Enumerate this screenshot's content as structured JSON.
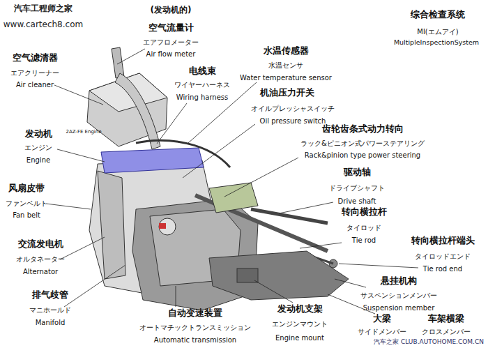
{
  "diagram": {
    "labels": [
      "(发动机的)",
      "空气流量计",
      "エアフロメーター",
      "Air flow meter",
      "空气滤清器",
      "エアクリーナー",
      "Air cleaner",
      "水温传感器",
      "水温センサ",
      "Water temperature sensor",
      "电线束",
      "ワイヤーハーネス",
      "Wiring harness",
      "综合检查系统",
      "MI(エムアイ)",
      "MultipleInspectionSystem",
      "机油压力开关",
      "オイルプレッシャスイッチ",
      "Oil pressure switch",
      "齿轮齿条式动力转向",
      "ラック&ピニオン式パワーステアリング",
      "Rack&pinion type power steering",
      "发动机",
      "エンジン",
      "Engine",
      "2AZ-FE Engine",
      "驱动轴",
      "ドライブシャフト",
      "Drive shaft",
      "风扇皮带",
      "ファンベルト",
      "Fan belt",
      "转向横拉杆",
      "タイロッド",
      "Tie rod",
      "交流发电机",
      "オルタネーター",
      "Alternator",
      "转向横拉杆端头",
      "タイロッドエンド",
      "Tie rod end",
      "悬挂机构",
      "サスペンションメンバー",
      "Suspension member",
      "排气歧管",
      "マニホールド",
      "Manifold",
      "自动变速装置",
      "オートマチックトランスミッション",
      "Automatic transmission",
      "发动机支架",
      "エンジンマウント",
      "Engine mount",
      "大梁",
      "サイドメンバー",
      "车架横梁",
      "クロスメンバー",
      "汽车工程师之家",
      "www.cartech8.com",
      "汽车之家 CLUB.AUTOHOME.COM.CN"
    ]
  }
}
